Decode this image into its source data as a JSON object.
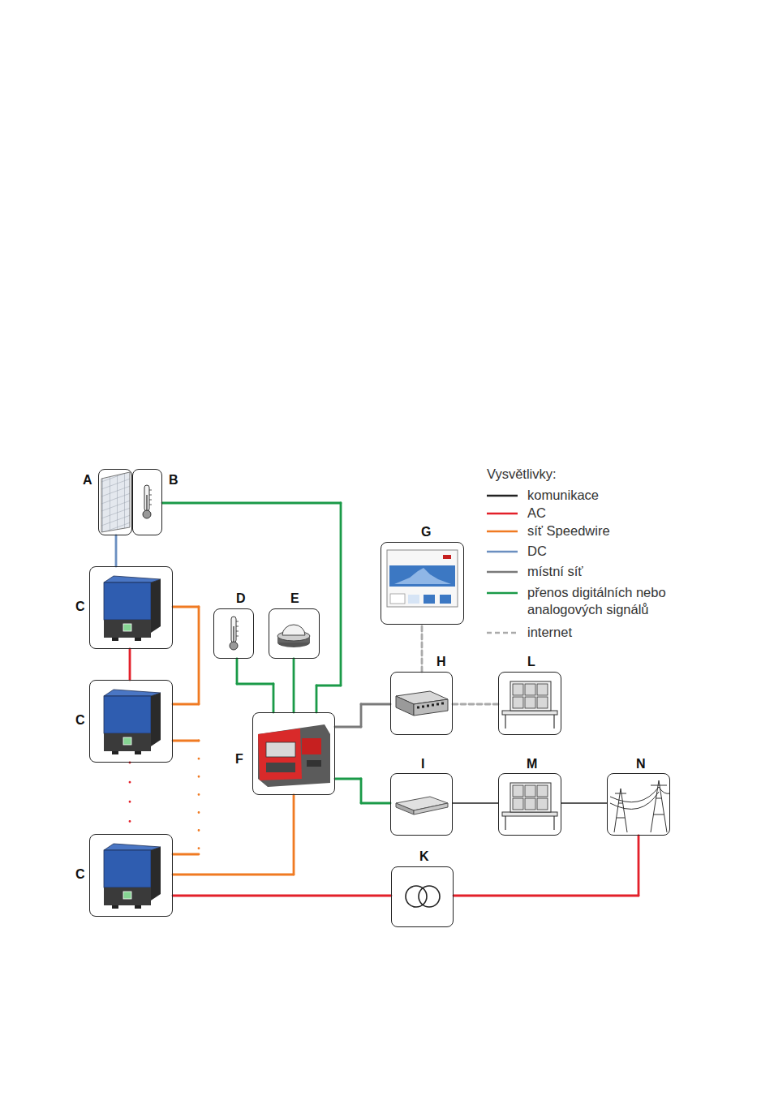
{
  "diagram": {
    "nodes": [
      {
        "text": [
          "A"
        ]
      },
      {
        "text": [
          "B"
        ]
      },
      {
        "text": [
          "C"
        ]
      },
      {
        "text": [
          "D"
        ]
      },
      {
        "text": [
          "E"
        ]
      },
      {
        "text": [
          "G"
        ]
      },
      {
        "text": [
          "H"
        ]
      },
      {
        "text": [
          "L"
        ]
      },
      {
        "text": [
          "C"
        ]
      },
      {
        "text": [
          "F"
        ]
      },
      {
        "text": [
          "I"
        ]
      },
      {
        "text": [
          "M"
        ]
      },
      {
        "text": [
          "N"
        ]
      },
      {
        "text": [
          "C"
        ]
      },
      {
        "text": [
          "K"
        ]
      }
    ],
    "edges": [
      {
        "from": 0,
        "to": 2,
        "arrow": "none"
      },
      {
        "from": 1,
        "to": 9,
        "arrow": "none"
      },
      {
        "from": 2,
        "to": 8,
        "arrow": "none"
      },
      {
        "from": 2,
        "to": 8,
        "arrow": "none"
      },
      {
        "from": 8,
        "to": 13,
        "arrow": "none"
      },
      {
        "from": 8,
        "to": 13,
        "arrow": "none"
      },
      {
        "from": 13,
        "to": 9,
        "arrow": "none"
      },
      {
        "from": 3,
        "to": 9,
        "arrow": "none"
      },
      {
        "from": 4,
        "to": 9,
        "arrow": "none"
      },
      {
        "from": 9,
        "to": 6,
        "arrow": "none"
      },
      {
        "from": 6,
        "to": 5,
        "arrow": "none"
      },
      {
        "from": 6,
        "to": 7,
        "arrow": "none"
      },
      {
        "from": 9,
        "to": 10,
        "arrow": "none"
      },
      {
        "from": 10,
        "to": 11,
        "arrow": "none"
      },
      {
        "from": 11,
        "to": 12,
        "arrow": "none"
      },
      {
        "from": 13,
        "to": 14,
        "arrow": "none"
      },
      {
        "from": 14,
        "to": 12,
        "arrow": "none"
      }
    ],
    "labels": [
      "Vysvětlivky:"
    ],
    "legend": [
      {
        "text": "komunikace"
      },
      {
        "text": "AC"
      },
      {
        "text": "síť Speedwire"
      },
      {
        "text": "DC"
      },
      {
        "text": "místní síť"
      },
      {
        "text": "přenos digitálních nebo analogových signálů"
      },
      {
        "text": "internet"
      }
    ]
  }
}
